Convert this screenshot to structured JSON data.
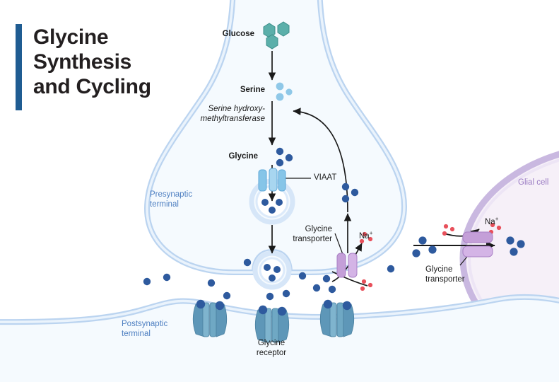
{
  "title": {
    "text": "Glycine\nSynthesis\nand Cycling",
    "accent_color": "#1F5C92"
  },
  "labels": {
    "glucose": "Glucose",
    "serine": "Serine",
    "enzyme": "Serine hydroxy-\nmethyltransferase",
    "glycine": "Glycine",
    "viaat": "VIAAT",
    "presynaptic_terminal": "Presynaptic\nterminal",
    "postsynaptic_terminal": "Postsynaptic\nterminal",
    "glycine_transporter_presyn": "Glycine\ntransporter",
    "glycine_transporter_glial": "Glycine\ntransporter",
    "glycine_receptor": "Glycine\nreceptor",
    "sodium_presyn": "Na",
    "sodium_presyn_charge": "+",
    "sodium_glial": "Na",
    "sodium_glial_charge": "+",
    "glial_cell": "Glial cell"
  },
  "colors": {
    "glucose_hexagon": "#5BAFAA",
    "serine_dot": "#8FC8E8",
    "glycine_dot": "#2E5A9E",
    "sodium_dot": "#E8505B",
    "viaat_channel": "#86C5E8",
    "glycine_transporter": "#C49FD8",
    "glycine_receptor": "#6FA8C4",
    "membrane_outline": "#BBD4F0",
    "membrane_fill": "#F5FAFE",
    "glial_membrane": "#C9B8E0",
    "glial_fill": "#F6F0F8",
    "glial_label": "#9B7CC4",
    "terminal_label": "#4E7FC1",
    "arrow": "#1a1a1a"
  },
  "diagram": {
    "type": "biology-pathway",
    "molecules": {
      "glucose_count": 3,
      "serine_count": 3,
      "glycine_cytosol_count": 3,
      "vesicle1_glycine_count": 3,
      "vesicle2_glycine_count": 3,
      "recycled_glycine_count": 3,
      "cleft_glycine_count": 12,
      "extracellular_glycine_count": 6,
      "sodium_groups": 4
    },
    "receptors": {
      "glycine_receptor_count": 3,
      "bound_glycine_per_receptor": 2
    },
    "steps": [
      "Glucose is converted to Serine",
      "Serine hydroxymethyltransferase converts Serine to Glycine",
      "VIAAT loads Glycine into synaptic vesicles",
      "Vesicles release Glycine into the synaptic cleft",
      "Glycine binds postsynaptic Glycine receptors",
      "Presynaptic Glycine transporter reuptakes Glycine with Na+",
      "Glial Glycine transporter takes up Glycine with Na+ into the glial cell"
    ]
  }
}
